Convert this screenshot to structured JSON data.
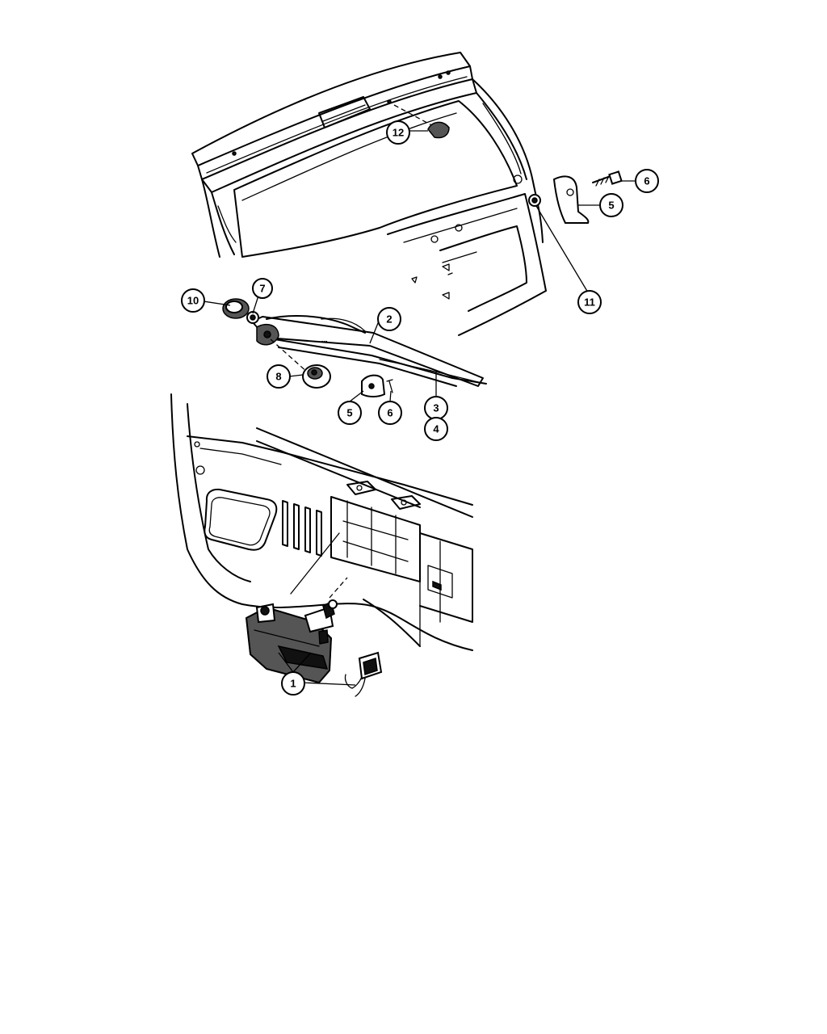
{
  "callouts": [
    {
      "id": "c12",
      "label": "12"
    },
    {
      "id": "c6a",
      "label": "6"
    },
    {
      "id": "c5a",
      "label": "5"
    },
    {
      "id": "c11",
      "label": "11"
    },
    {
      "id": "c10",
      "label": "10"
    },
    {
      "id": "c7",
      "label": "7"
    },
    {
      "id": "c2",
      "label": "2"
    },
    {
      "id": "c8",
      "label": "8"
    },
    {
      "id": "c5b",
      "label": "5"
    },
    {
      "id": "c6b",
      "label": "6"
    },
    {
      "id": "c3",
      "label": "3"
    },
    {
      "id": "c4",
      "label": "4"
    },
    {
      "id": "c1",
      "label": "1"
    }
  ]
}
